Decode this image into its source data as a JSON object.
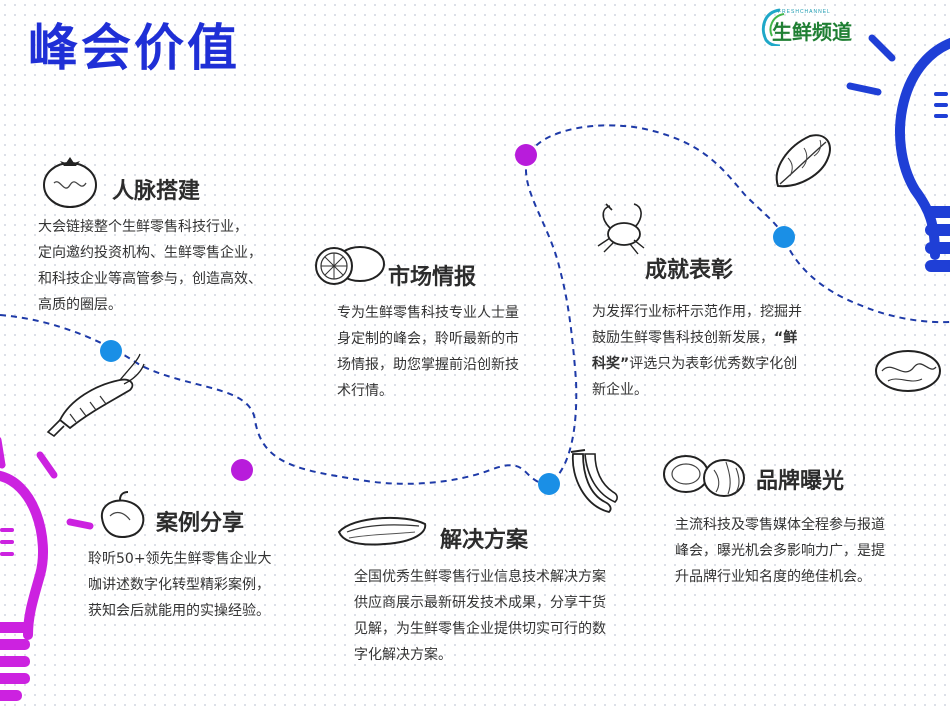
{
  "page": {
    "title": "峰会价值",
    "logo": {
      "subtext": "FRESHCHANNEL",
      "text": "生鲜频道"
    }
  },
  "sections": {
    "renmai": {
      "title": "人脉搭建",
      "desc": [
        "大会链接整个生鲜零售科技行业，",
        "定向邀约投资机构、生鲜零售企业，",
        "和科技企业等高管参与，创造高效、",
        "高质的圈层。"
      ]
    },
    "shichang": {
      "title": "市场情报",
      "desc": [
        "专为生鲜零售科技专业人士量",
        "身定制的峰会，聆听最新的市",
        "场情报，助您掌握前沿创新技",
        "术行情。"
      ]
    },
    "chengjiu": {
      "title": "成就表彰",
      "desc_line1": "为发挥行业标杆示范作用，挖掘并",
      "desc_line2_pre": "鼓励生鲜零售科技创新发展，",
      "desc_quote": "“鲜",
      "desc_line3_quote": "科奖”",
      "desc_line3_post": "评选只为表彰优秀数字化创",
      "desc_line4": "新企业。"
    },
    "anli": {
      "title": "案例分享",
      "desc": [
        "聆听50+领先生鲜零售企业大",
        "咖讲述数字化转型精彩案例，",
        "获知会后就能用的实操经验。"
      ]
    },
    "jiejue": {
      "title": "解决方案",
      "desc": [
        "全国优秀生鲜零售行业信息技术解决方案",
        "供应商展示最新研发技术成果，分享干货",
        "见解，为生鲜零售企业提供切实可行的数",
        "字化解决方案。"
      ]
    },
    "pinpai": {
      "title": "品牌曝光",
      "desc": [
        "主流科技及零售媒体全程参与报道",
        "峰会，曝光机会多影响力广，是提",
        "升品牌行业知名度的绝佳机会。"
      ]
    }
  },
  "colors": {
    "title": "#1f2fd6",
    "path": "#1e3aa8",
    "dot_blue": "#1a8fe6",
    "dot_magenta": "#b81cdb",
    "bulb_blue": "#1f3fd6",
    "bulb_magenta": "#cc22e0"
  }
}
